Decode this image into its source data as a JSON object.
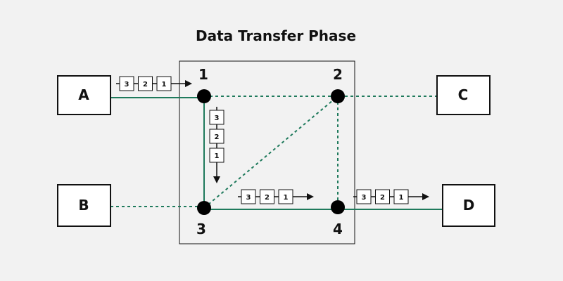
{
  "title": "Data Transfer Phase",
  "endpoints": {
    "a": "A",
    "b": "B",
    "c": "C",
    "d": "D"
  },
  "nodes": {
    "n1": "1",
    "n2": "2",
    "n3": "3",
    "n4": "4"
  },
  "packets": [
    "3",
    "2",
    "1"
  ],
  "colors": {
    "link": "#1f7a5c",
    "background": "#f2f2f2"
  }
}
